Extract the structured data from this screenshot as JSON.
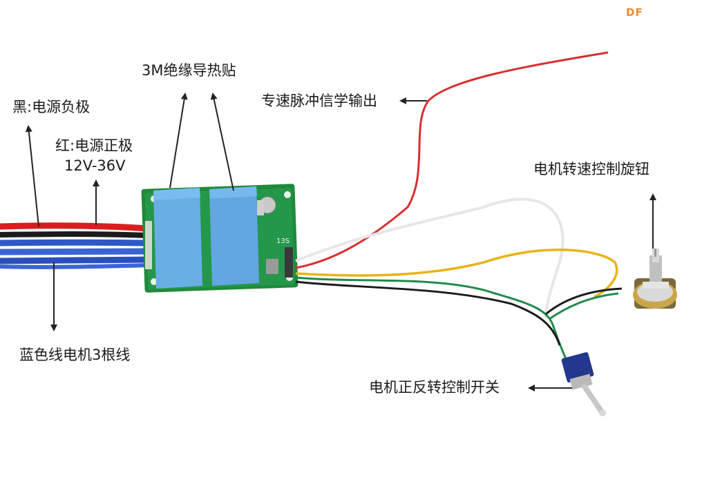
{
  "logo": "DF",
  "labels": {
    "thermal_pad": "3M绝缘导热贴",
    "black_wire": "黑:电源负极",
    "red_wire": "红:电源正极",
    "voltage": "12V-36V",
    "pulse_output": "专速脉冲信学输出",
    "speed_knob": "电机转速控制旋钮",
    "blue_wires": "蓝色线电机3根线",
    "direction_switch": "电机正反转控制开关",
    "board_marking": "13S"
  },
  "colors": {
    "board": "#1f8a3a",
    "thermal_pad": "#6aaee6",
    "red_wire": "#d81e1e",
    "black_wire": "#1b1b1b",
    "blue_wire": "#2f57c7",
    "signal_red": "#d73030",
    "white_wire": "#e9e9e9",
    "yellow_wire": "#e7b416",
    "green_wire": "#1f8a4a",
    "arrow": "#222222"
  }
}
